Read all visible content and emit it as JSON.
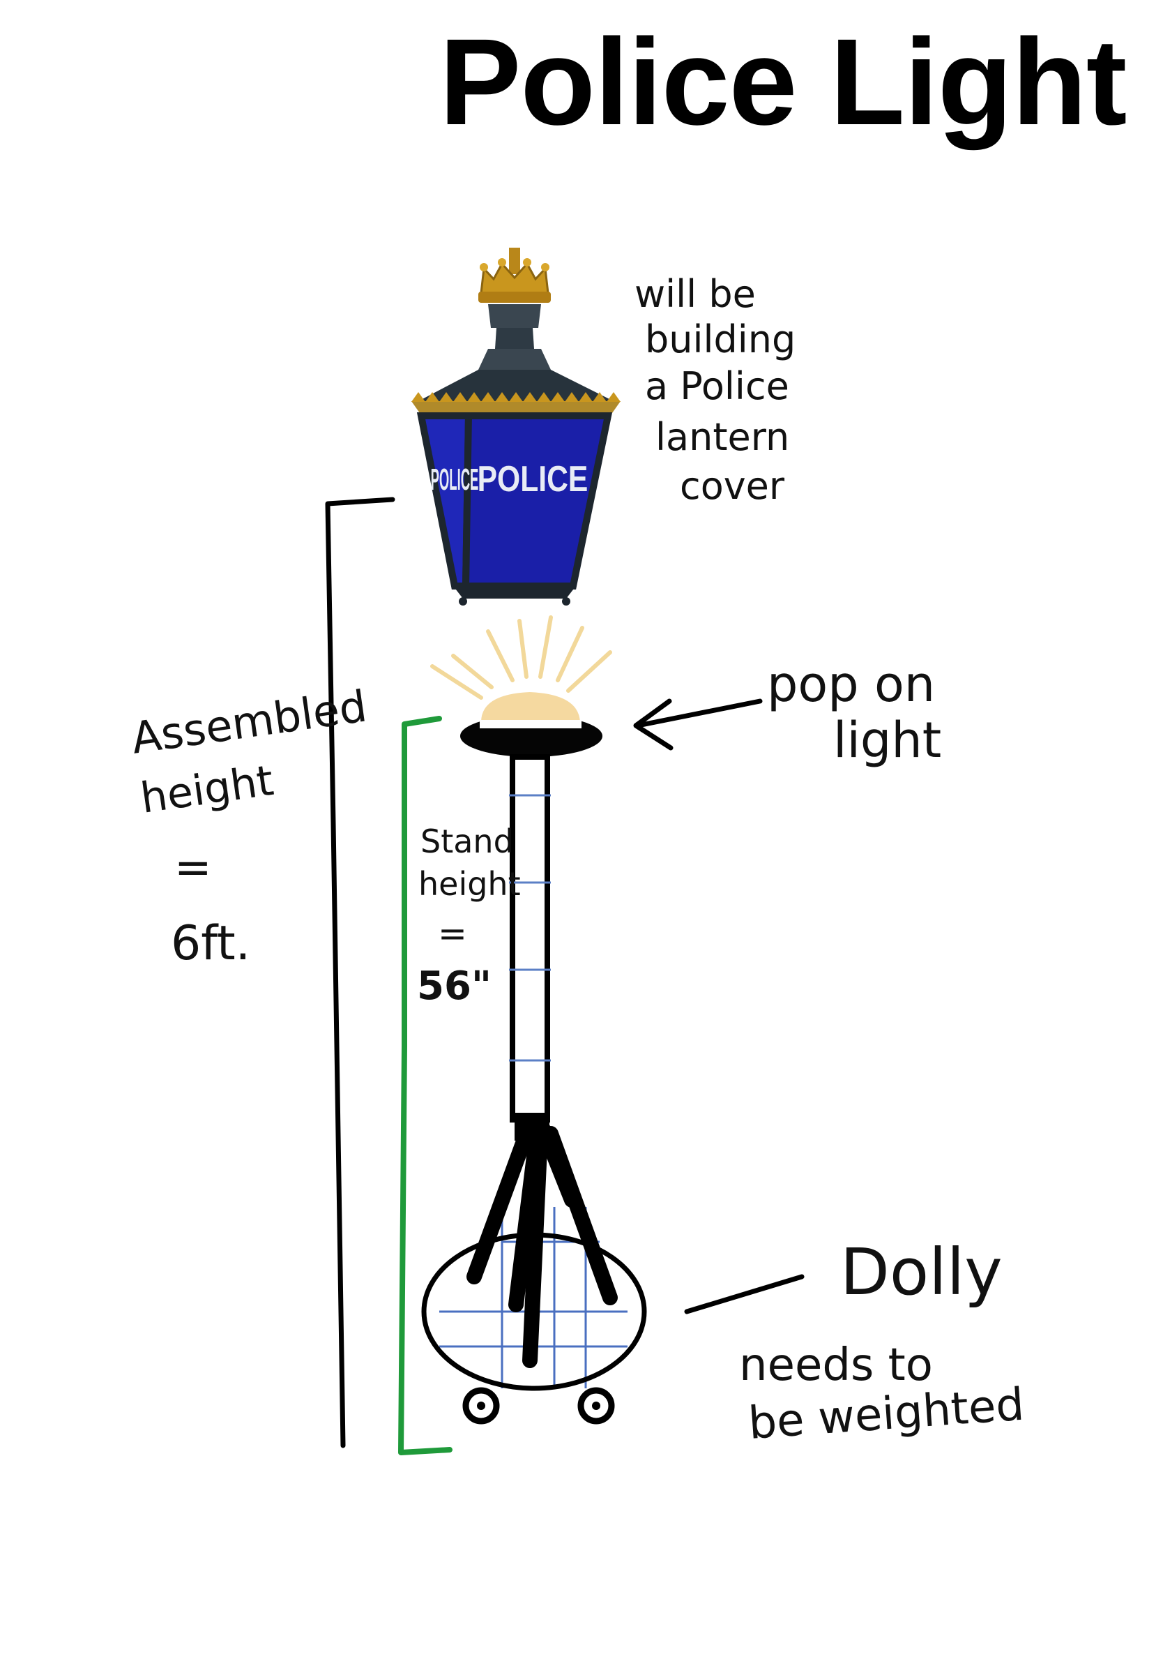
{
  "title": "Police Light",
  "lantern": {
    "front_label": "POLICE",
    "side_label": "POLICE",
    "note_lines": [
      "will be",
      "building",
      "a Police",
      "lantern",
      "cover"
    ]
  },
  "light": {
    "label_lines": [
      "pop on",
      "light"
    ]
  },
  "assembled": {
    "label_lines": [
      "Assembled",
      "height",
      "=",
      "6ft."
    ]
  },
  "stand": {
    "label_lines": [
      "Stand",
      "height",
      "=",
      "56\""
    ]
  },
  "dolly": {
    "label": "Dolly",
    "note_lines": [
      "needs to",
      "be weighted"
    ]
  },
  "colors": {
    "lantern_blue": "#1a1fa8",
    "lantern_frame": "#2a3640",
    "crown_gold": "#c9961e",
    "light_glow": "#f5d9a0",
    "stand_bracket": "#1f9a3a",
    "grid_lines": "#4a6fc0"
  }
}
